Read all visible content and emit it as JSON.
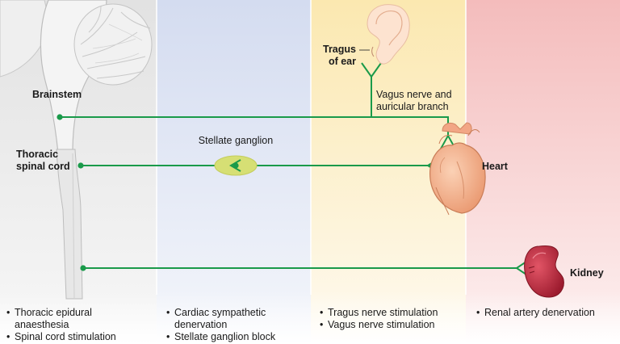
{
  "colors": {
    "panel_1": "#e9e9e9",
    "panel_2": "#dde3f2",
    "panel_3": "#fbecbd",
    "panel_4": "#f7c9c9",
    "nerve": "#1a9a4a",
    "heart": "#f4b48f",
    "kidney": "#b8283a",
    "ganglion": "#d6df74"
  },
  "labels": {
    "brainstem": "Brainstem",
    "spinal_cord": [
      "Thoracic",
      "spinal cord"
    ],
    "stellate": "Stellate ganglion",
    "tragus": [
      "Tragus",
      "of ear"
    ],
    "vagus": [
      "Vagus nerve and",
      "auricular branch"
    ],
    "heart": "Heart",
    "kidney": "Kidney"
  },
  "treatments": [
    {
      "items": [
        [
          "Thoracic epidural",
          "anaesthesia"
        ],
        [
          "Spinal cord stimulation"
        ]
      ]
    },
    {
      "items": [
        [
          "Cardiac sympathetic",
          "denervation"
        ],
        [
          "Stellate ganglion block"
        ]
      ]
    },
    {
      "items": [
        [
          "Tragus nerve stimulation"
        ],
        [
          "Vagus nerve stimulation"
        ]
      ]
    },
    {
      "items": [
        [
          "Renal artery denervation"
        ]
      ]
    }
  ]
}
